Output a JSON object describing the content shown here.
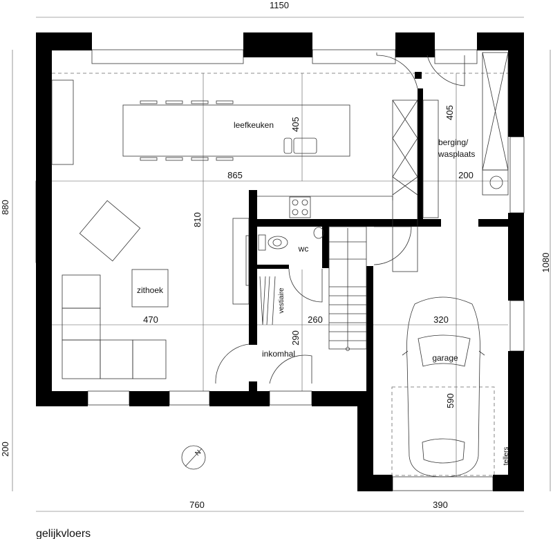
{
  "plan_title": "gelijkvloers",
  "dimensions": {
    "total_width": "1150",
    "left_height": "880",
    "left_lower": "200",
    "right_height": "1080",
    "bottom_left": "760",
    "bottom_right": "390",
    "kitchen_width": "865",
    "kitchen_depth": "405",
    "berging_depth": "405",
    "berging_width": "200",
    "living_depth": "810",
    "zithoek_width": "470",
    "hall_width": "260",
    "hall_depth": "290",
    "garage_width": "320",
    "garage_depth": "590"
  },
  "rooms": {
    "kitchen": "leefkeuken",
    "berging_1": "berging/",
    "berging_2": "wasplaats",
    "wc": "wc",
    "living": "zithoek",
    "vestiaire": "vestiaire",
    "hall": "inkomhal",
    "garage": "garage",
    "meters": "tellers"
  },
  "north_arrow_letter": "N",
  "colors": {
    "walls": "#000000",
    "lines": "#333333",
    "background": "#ffffff"
  }
}
